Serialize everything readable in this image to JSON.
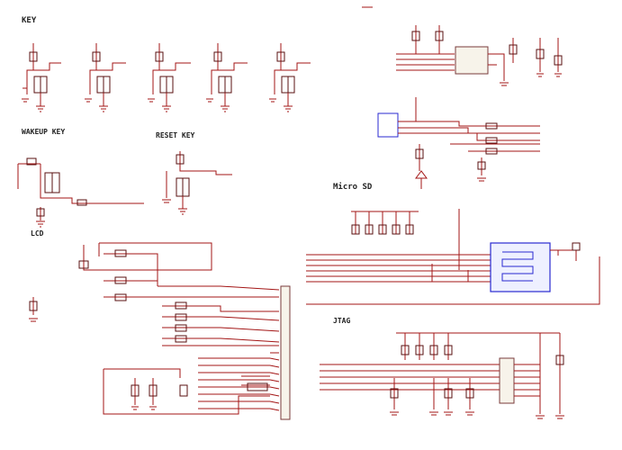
{
  "sections": {
    "key": "KEY",
    "wakeup_key": "WAKEUP KEY",
    "reset_key": "RESET KEY",
    "lcd": "LCD",
    "micro_sd": "Micro SD",
    "jtag": "JTAG"
  },
  "colors": {
    "wire": "#a31515",
    "component": "#5a1010",
    "sd_socket": "#2a2ad0",
    "paper": "#ffffff"
  }
}
